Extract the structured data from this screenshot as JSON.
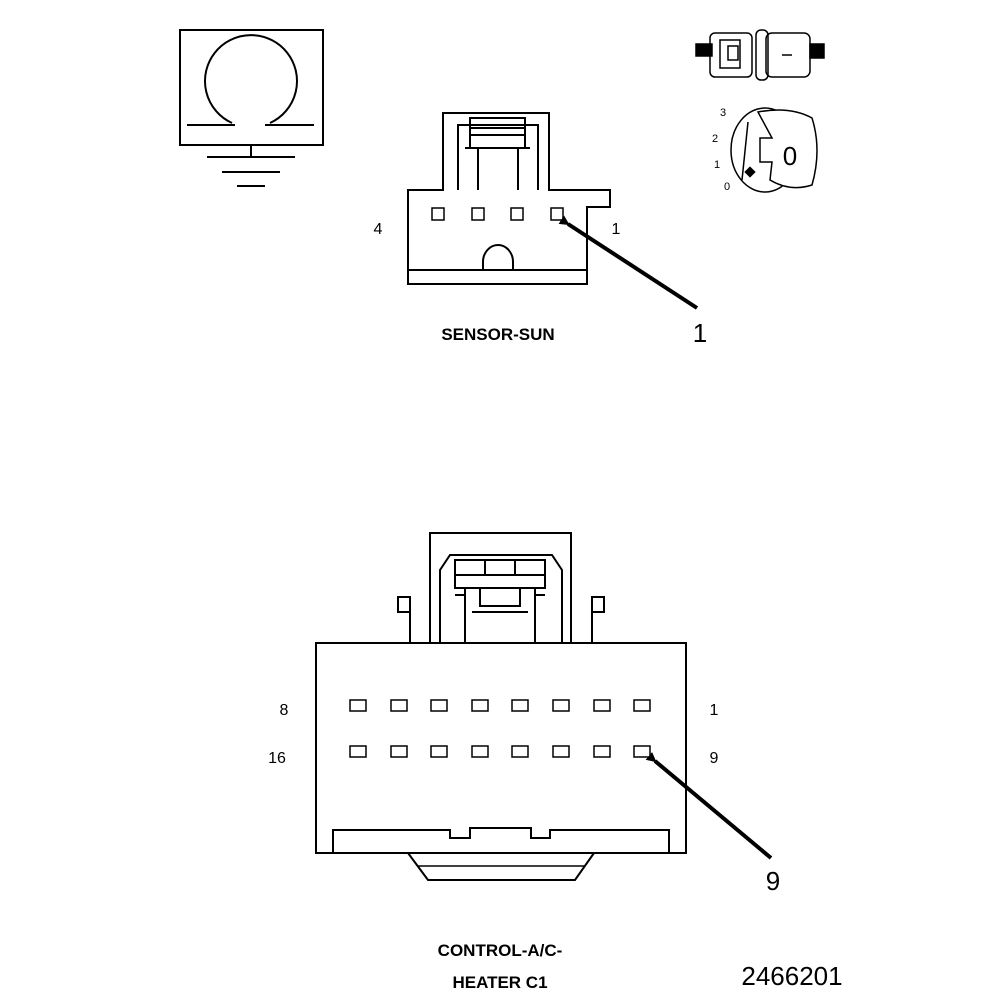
{
  "sensor_sun": {
    "title": "SENSOR-SUN",
    "pin_left": "4",
    "pin_right": "1",
    "callout": "1"
  },
  "control_heater": {
    "title_line1": "CONTROL-A/C-",
    "title_line2": "HEATER C1",
    "row1_left": "8",
    "row1_right": "1",
    "row2_left": "16",
    "row2_right": "9",
    "callout": "9"
  },
  "ignition": {
    "pos3": "3",
    "pos2": "2",
    "pos1": "1",
    "pos0": "0",
    "key_label": "0"
  },
  "figure_ref": "2466201",
  "icons": {
    "ohmmeter": "ohm-ground-icon",
    "connector": "connector-icon",
    "ignition": "ignition-key-icon"
  }
}
